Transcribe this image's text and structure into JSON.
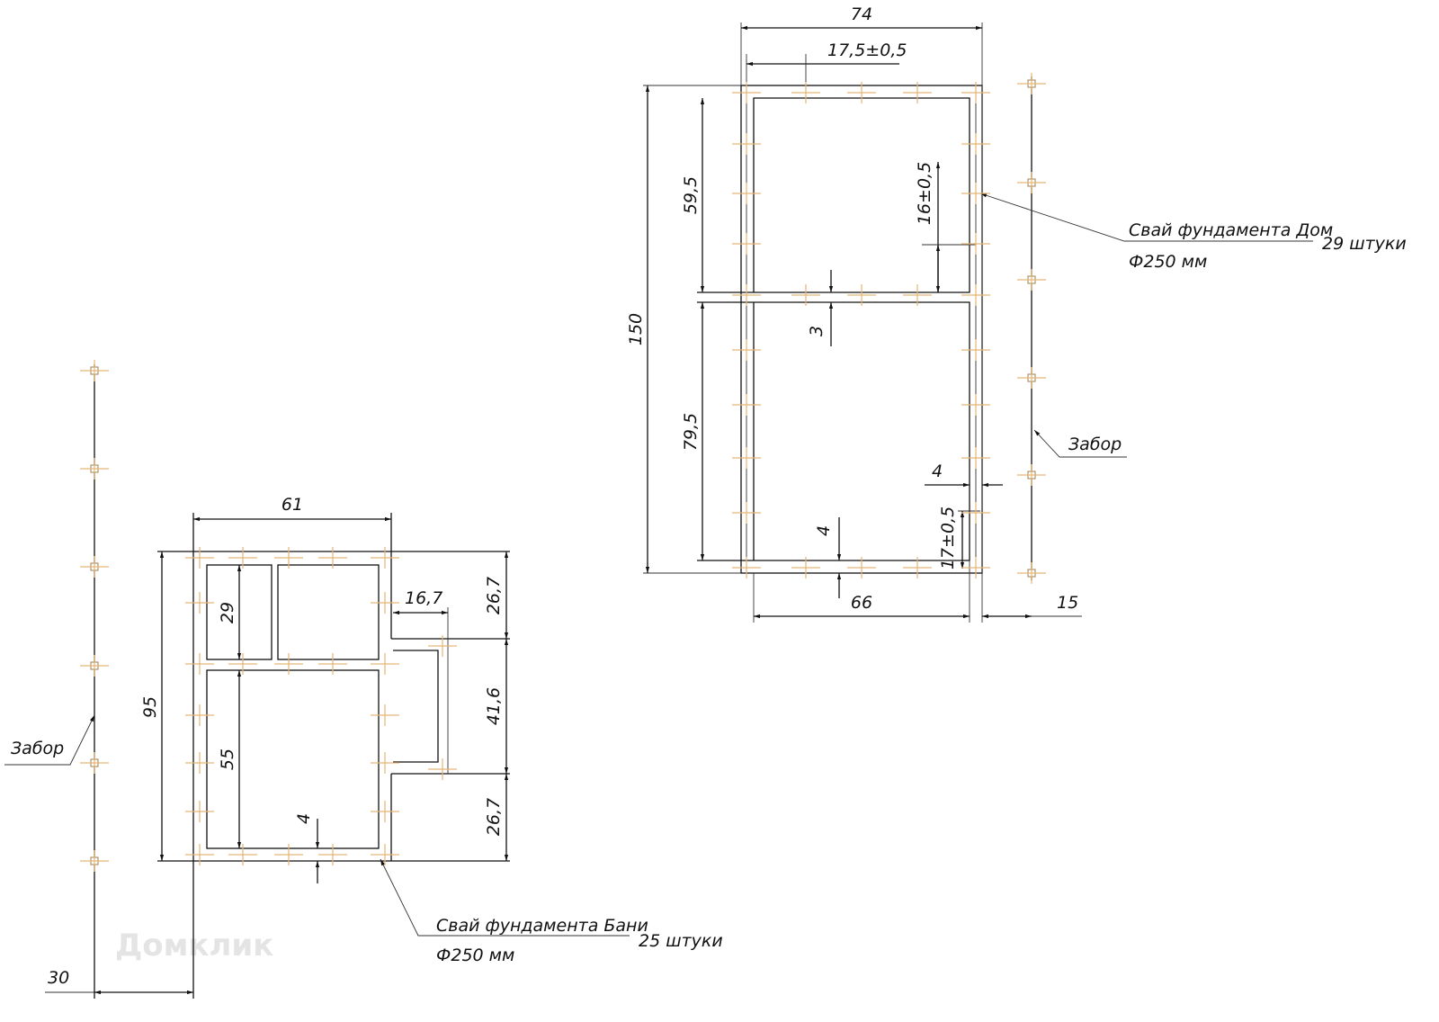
{
  "house": {
    "dims": {
      "width_total": "74",
      "offset": "17,5±0,5",
      "height_total": "150",
      "room_top": "59,5",
      "room_bottom": "79,5",
      "pile_offset_right": "16±0,5",
      "partition": "3",
      "wall_right": "4",
      "pile_offset_bottom": "17±0,5",
      "wall_bottom": "4",
      "inner_width": "66",
      "fence_gap": "15"
    },
    "label": {
      "title": "Свай фундамента Дом",
      "count": "29 штуки",
      "diameter": "Ф250 мм"
    },
    "fence_label": "Забор"
  },
  "bath": {
    "dims": {
      "width_total": "61",
      "height_total": "95",
      "room_small": "29",
      "room_large": "55",
      "wall_bottom": "4",
      "annex_width": "16,7",
      "right_top": "26,7",
      "right_mid": "41,6",
      "right_bottom": "26,7",
      "fence_gap": "30"
    },
    "label": {
      "title": "Свай фундамента Бани",
      "count": "25 штуки",
      "diameter": "Ф250 мм"
    },
    "fence_label": "Забор"
  },
  "watermark": "Домклик",
  "colors": {
    "line": "#111111",
    "pile": "#e5b676"
  }
}
